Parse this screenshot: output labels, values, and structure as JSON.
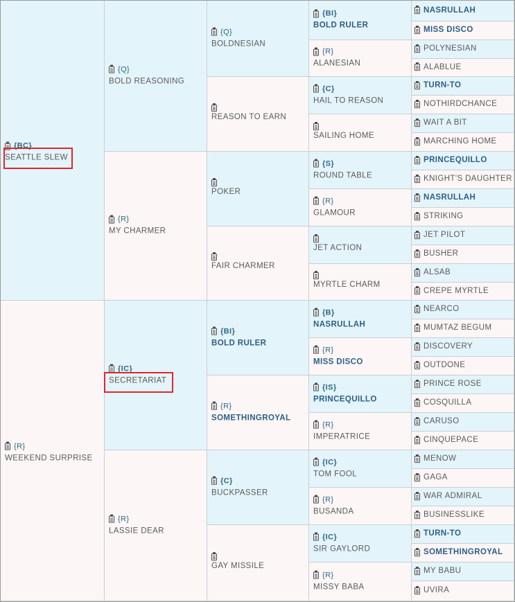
{
  "pedigree": {
    "sire": {
      "code": "{BC}",
      "name": "SEATTLE SLEW"
    },
    "dam": {
      "code": "{R}",
      "name": "WEEKEND SURPRISE"
    },
    "ss": {
      "code": "{Q}",
      "name": "BOLD REASONING"
    },
    "sd": {
      "code": "{R}",
      "name": "MY CHARMER"
    },
    "ds": {
      "code": "{IC}",
      "name": "SECRETARIAT"
    },
    "dd": {
      "code": "{R}",
      "name": "LASSIE DEAR"
    },
    "sss": {
      "code": "{Q}",
      "name": "BOLDNESIAN"
    },
    "ssd": {
      "code": "",
      "name": "REASON TO EARN"
    },
    "sds": {
      "code": "",
      "name": "POKER"
    },
    "sdd": {
      "code": "",
      "name": "FAIR CHARMER"
    },
    "dss": {
      "code": "{BI}",
      "name": "BOLD RULER"
    },
    "dsd": {
      "code": "{R}",
      "name": "SOMETHINGROYAL"
    },
    "dds": {
      "code": "{C}",
      "name": "BUCKPASSER"
    },
    "ddd": {
      "code": "",
      "name": "GAY MISSILE"
    },
    "ssss": {
      "code": "{BI}",
      "name": "BOLD RULER"
    },
    "sssd": {
      "code": "{R}",
      "name": "ALANESIAN"
    },
    "ssds": {
      "code": "{C}",
      "name": "HAIL TO REASON"
    },
    "ssdd": {
      "code": "",
      "name": "SAILING HOME"
    },
    "sdss": {
      "code": "{S}",
      "name": "ROUND TABLE"
    },
    "sdsd": {
      "code": "{R}",
      "name": "GLAMOUR"
    },
    "sdds": {
      "code": "",
      "name": "JET ACTION"
    },
    "sddd": {
      "code": "",
      "name": "MYRTLE CHARM"
    },
    "dsss": {
      "code": "{B}",
      "name": "NASRULLAH"
    },
    "dssd": {
      "code": "{R}",
      "name": "MISS DISCO"
    },
    "dsds": {
      "code": "{IS}",
      "name": "PRINCEQUILLO"
    },
    "dsdd": {
      "code": "{R}",
      "name": "IMPERATRICE"
    },
    "ddss": {
      "code": "{IC}",
      "name": "TOM FOOL"
    },
    "ddsd": {
      "code": "{R}",
      "name": "BUSANDA"
    },
    "ddds": {
      "code": "{IC}",
      "name": "SIR GAYLORD"
    },
    "dddd": {
      "code": "{R}",
      "name": "MISSY BABA"
    },
    "gen5": [
      "NASRULLAH",
      "MISS DISCO",
      "POLYNESIAN",
      "ALABLUE",
      "TURN-TO",
      "NOTHIRDCHANCE",
      "WAIT A BIT",
      "MARCHING HOME",
      "PRINCEQUILLO",
      "KNIGHT'S DAUGHTER",
      "NASRULLAH",
      "STRIKING",
      "JET PILOT",
      "BUSHER",
      "ALSAB",
      "CREPE MYRTLE",
      "NEARCO",
      "MUMTAZ BEGUM",
      "DISCOVERY",
      "OUTDONE",
      "PRINCE ROSE",
      "COSQUILLA",
      "CARUSO",
      "CINQUEPACE",
      "MENOW",
      "GAGA",
      "WAR ADMIRAL",
      "BUSINESSLIKE",
      "TURN-TO",
      "SOMETHINGROYAL",
      "MY BABU",
      "UVIRA"
    ]
  },
  "colors": {
    "sire_background": "#e4f4fb",
    "dam_background": "#fcf6f6",
    "highlight": "#e0262b",
    "bold_name": "#2d5f84"
  },
  "icons": {
    "entry_icon": "clipboard-icon"
  }
}
